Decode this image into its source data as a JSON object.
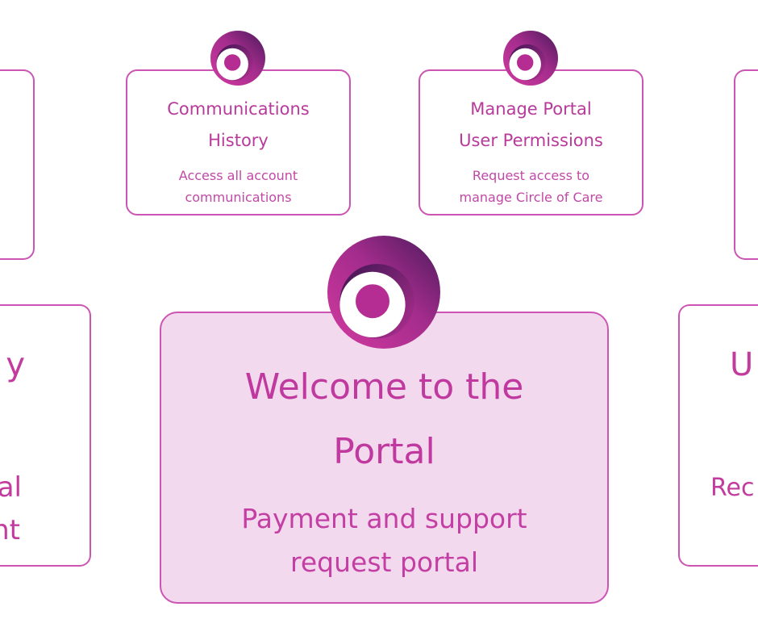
{
  "cards": {
    "communications": {
      "title_line1": "Communications",
      "title_line2": "History",
      "desc_line1": "Access all account",
      "desc_line2": "communications"
    },
    "permissions": {
      "title_line1": "Manage Portal",
      "title_line2": "User Permissions",
      "desc_line1": "Request access to",
      "desc_line2": "manage Circle of Care"
    },
    "welcome": {
      "title_line1": "Welcome to the",
      "title_line2": "Portal",
      "desc_line1": "Payment and support",
      "desc_line2": "request portal"
    },
    "left_partial": {
      "title_fragment": "y",
      "desc_line1_fragment": "al",
      "desc_line2_fragment": "nt"
    },
    "right_partial": {
      "title_fragment": "U",
      "desc_fragment": "Rec"
    }
  },
  "colors": {
    "accent": "#c23c9e",
    "border": "#cc55b4",
    "highlight_bg": "#f2d9ed",
    "logo_dark": "#4a1a5c"
  }
}
